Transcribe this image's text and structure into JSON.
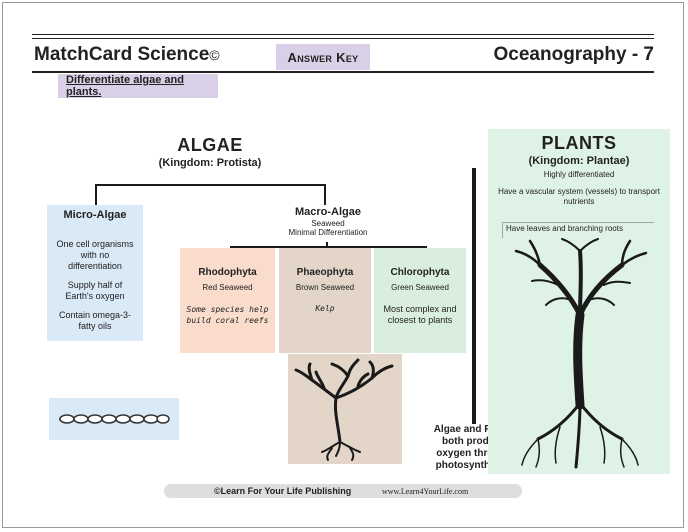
{
  "header": {
    "left_title": "MatchCard Science",
    "copyright_mark": "©",
    "badge": "Answer Key",
    "right_title": "Oceanography - 7"
  },
  "objective": "Differentiate algae and plants.",
  "algae": {
    "title": "ALGAE",
    "kingdom": "(Kingdom: Protista)",
    "micro": {
      "title": "Micro-Algae",
      "facts": [
        "One cell organisms with no differentiation",
        "Supply half of Earth's oxygen",
        "Contain omega-3-fatty oils"
      ]
    },
    "macro": {
      "title": "Macro-Algae",
      "sub1": "Seaweed",
      "sub2": "Minimal Differentiation"
    },
    "groups": [
      {
        "name": "Rhodophyta",
        "common": "Red Seaweed",
        "note": "Some species help build coral reefs"
      },
      {
        "name": "Phaeophyta",
        "common": "Brown Seaweed",
        "note": "Kelp"
      },
      {
        "name": "Chlorophyta",
        "common": "Green Seaweed",
        "note": "Most complex and closest to plants"
      }
    ]
  },
  "plants": {
    "title": "PLANTS",
    "kingdom": "(Kingdom: Plantae)",
    "fact1": "Highly differentiated",
    "fact2": "Have a vascular system (vessels) to transport nutrients",
    "fact3": "Have leaves and branching roots"
  },
  "summary": "Algae and Plants both produce oxygen through photosynthesis.",
  "footer": {
    "publisher": "©Learn For Your Life Publishing",
    "url": "www.Learn4YourLife.com"
  },
  "colors": {
    "lavender": "#d9cfe6",
    "light_blue": "#d9e9f6",
    "peach": "#f9dccc",
    "tan": "#e3d6c8",
    "light_green": "#d9eedd"
  }
}
